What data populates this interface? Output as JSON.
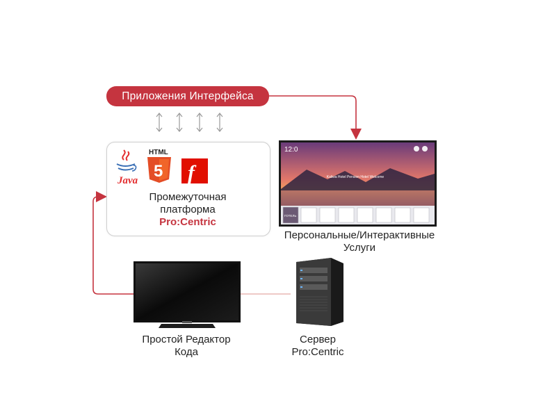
{
  "pill": {
    "label": "Приложения Интерфейса"
  },
  "platform": {
    "line1": "Промежуточная",
    "line2": "платформа",
    "brand": "Pro:Centric",
    "logos": {
      "java": "Java",
      "html": "HTML",
      "html_number": "5",
      "flash": "f"
    }
  },
  "tv": {
    "caption_line1": "Персональные/Интерактивные",
    "caption_line2": "Услуги",
    "clock": "12:0",
    "screen_text": "Kaliwa Hotel Pension Hotel Welcome",
    "hotel_label": "ГОТЕЛЬ"
  },
  "editor": {
    "caption_line1": "Простой Редактор",
    "caption_line2": "Кода"
  },
  "server": {
    "caption_line1": "Сервер",
    "caption_line2": "Pro:Centric"
  },
  "colors": {
    "accent": "#c5343f",
    "connector": "#c5343f",
    "faint_line": "#e9b7b3",
    "arrow_gray": "#9a9a9a"
  },
  "icons": {
    "updown_arrows": "double-arrow-vertical-icon",
    "java": "java-logo-icon",
    "html5": "html5-logo-icon",
    "flash": "flash-logo-icon",
    "tv": "tv-monitor-icon",
    "server": "server-tower-icon"
  }
}
